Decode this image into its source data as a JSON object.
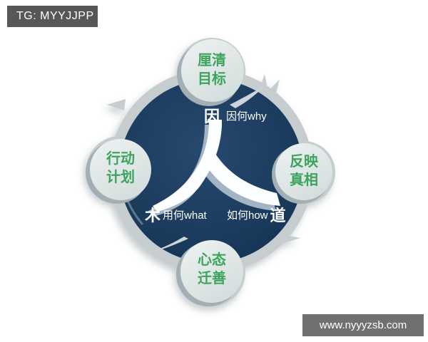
{
  "watermarks": {
    "top_left": {
      "text": "TG: MYYJJPP",
      "bg_color": "#575757",
      "text_color": "#ffffff"
    },
    "bottom_right": {
      "text": "www.nyyyzsb.com",
      "bg_color": "#707070",
      "text_color": "#ffffff"
    }
  },
  "diagram": {
    "type": "four-node-cycle",
    "center_character": "人",
    "colors": {
      "navy_core": "#1a3a5c",
      "ring_gray": "#c5cdcf",
      "node_fill": "#e3e9e9",
      "node_text_green": "#3ca45c",
      "center_text_white": "#ffffff",
      "glyph_shadow_blue": "#a3b5c4"
    },
    "inner_labels": [
      {
        "position": "top",
        "big": "因",
        "small": "因何why"
      },
      {
        "position": "bottom-left",
        "big": "术",
        "small": "用何what"
      },
      {
        "position": "bottom-right",
        "big": "道",
        "small": "如何how"
      }
    ],
    "nodes": [
      {
        "position": "top",
        "line1": "厘清",
        "line2": "目标"
      },
      {
        "position": "right",
        "line1": "反映",
        "line2": "真相"
      },
      {
        "position": "bottom",
        "line1": "心态",
        "line2": "迁善"
      },
      {
        "position": "left",
        "line1": "行动",
        "line2": "计划"
      }
    ]
  }
}
